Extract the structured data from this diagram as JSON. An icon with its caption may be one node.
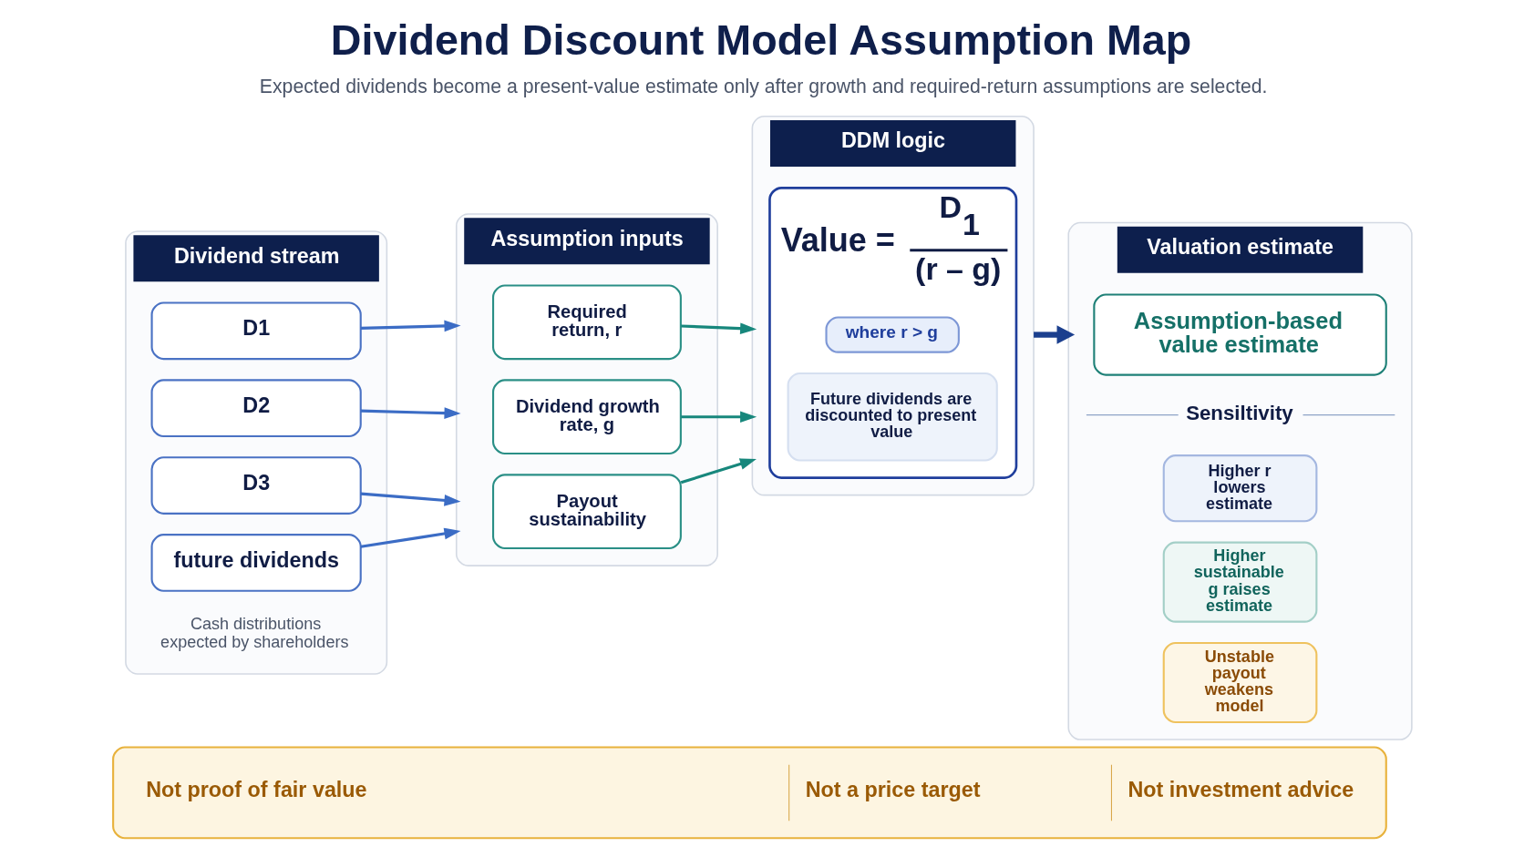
{
  "diagram": {
    "title": "Dividend Discount Model Assumption Map",
    "caption": "Expected dividends become a present-value estimate only after growth and required-return assumptions are selected.",
    "nodes": [
      {
        "text": [
          "Dividend stream",
          "Cash distributions expected by shareholders"
        ]
      },
      {
        "text": [
          "D1"
        ],
        "in": 0
      },
      {
        "text": [
          "D2"
        ],
        "in": 0
      },
      {
        "text": [
          "D3"
        ],
        "in": 0
      },
      {
        "text": [
          "future dividends"
        ],
        "in": 0
      },
      {
        "text": [
          "Assumption inputs"
        ]
      },
      {
        "text": [
          "Required return, r"
        ],
        "in": 5
      },
      {
        "text": [
          "Dividend growth rate, g"
        ],
        "in": 5
      },
      {
        "text": [
          "Payout sustainability"
        ],
        "in": 5
      },
      {
        "text": [
          "DDM logic"
        ]
      },
      {
        "text": [
          "Value =",
          "D$_{1}$",
          "(r – g)"
        ],
        "in": 9
      },
      {
        "text": [
          "where r > g"
        ],
        "in": 10
      },
      {
        "text": [
          "Future dividends are discounted to present value"
        ],
        "in": 10
      },
      {
        "text": [
          "Valuation estimate"
        ]
      },
      {
        "text": [
          "Assumption-based value estimate"
        ],
        "in": 13
      },
      {
        "text": [
          "Higher r lowers estimate"
        ],
        "in": 13
      },
      {
        "text": [
          "Higher sustainable g raises estimate"
        ],
        "in": 13
      },
      {
        "text": [
          "Unstable payout weakens model"
        ],
        "in": 13
      },
      {
        "text": [
          "Not proof of fair value",
          "Not a price target",
          "Not investment advice"
        ]
      }
    ],
    "edges": [
      {
        "from": 1,
        "to": 5,
        "arrow": "to"
      },
      {
        "from": 2,
        "to": 5,
        "arrow": "to"
      },
      {
        "from": 3,
        "to": 5,
        "arrow": "to"
      },
      {
        "from": 4,
        "to": 5,
        "arrow": "to"
      },
      {
        "from": 6,
        "to": 9,
        "arrow": "to",
        "color": "#17877c"
      },
      {
        "from": 7,
        "to": 9,
        "arrow": "to",
        "color": "#17877c"
      },
      {
        "from": 8,
        "to": 9,
        "arrow": "to",
        "color": "#17877c"
      },
      {
        "from": 9,
        "to": 13,
        "arrow": "to",
        "style": "thick",
        "color": "#1b3f8e"
      }
    ],
    "labels": [
      "Sensiltivity"
    ]
  }
}
